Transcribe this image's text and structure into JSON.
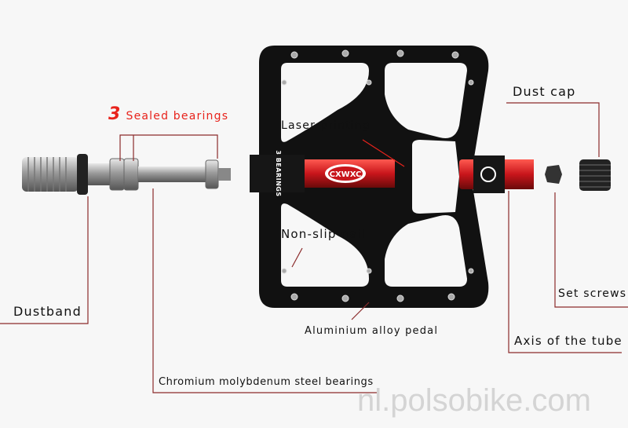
{
  "labels": {
    "sealed_count": "3",
    "sealed_text": "Sealed bearings",
    "laser": "Laser printing",
    "nonslip": "Non-slip nail",
    "dustband": "Dustband",
    "aluminium": "Aluminium alloy pedal",
    "chromium": "Chromium molybdenum steel bearings",
    "dustcap": "Dust cap",
    "setscrews": "Set screws",
    "axis": "Axis of the tube"
  },
  "product": {
    "brand": "CXWXC",
    "bearing_badge": "3 BEARINGS"
  },
  "watermark": "nl.polsobike.com",
  "colors": {
    "leader": "#8b2b2b",
    "accent": "#e8231c",
    "pedal": "#111111",
    "tube": "#c8151b"
  }
}
